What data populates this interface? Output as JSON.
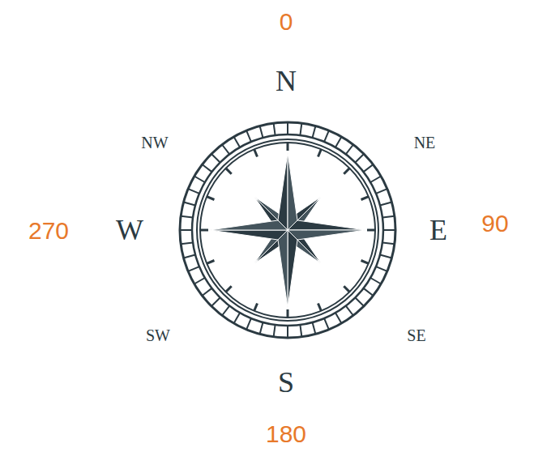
{
  "diagram": {
    "labels": [
      "0",
      "N",
      "NW",
      "NE",
      "270",
      "W",
      "E",
      "90",
      "SW",
      "SE",
      "S",
      "180"
    ]
  }
}
